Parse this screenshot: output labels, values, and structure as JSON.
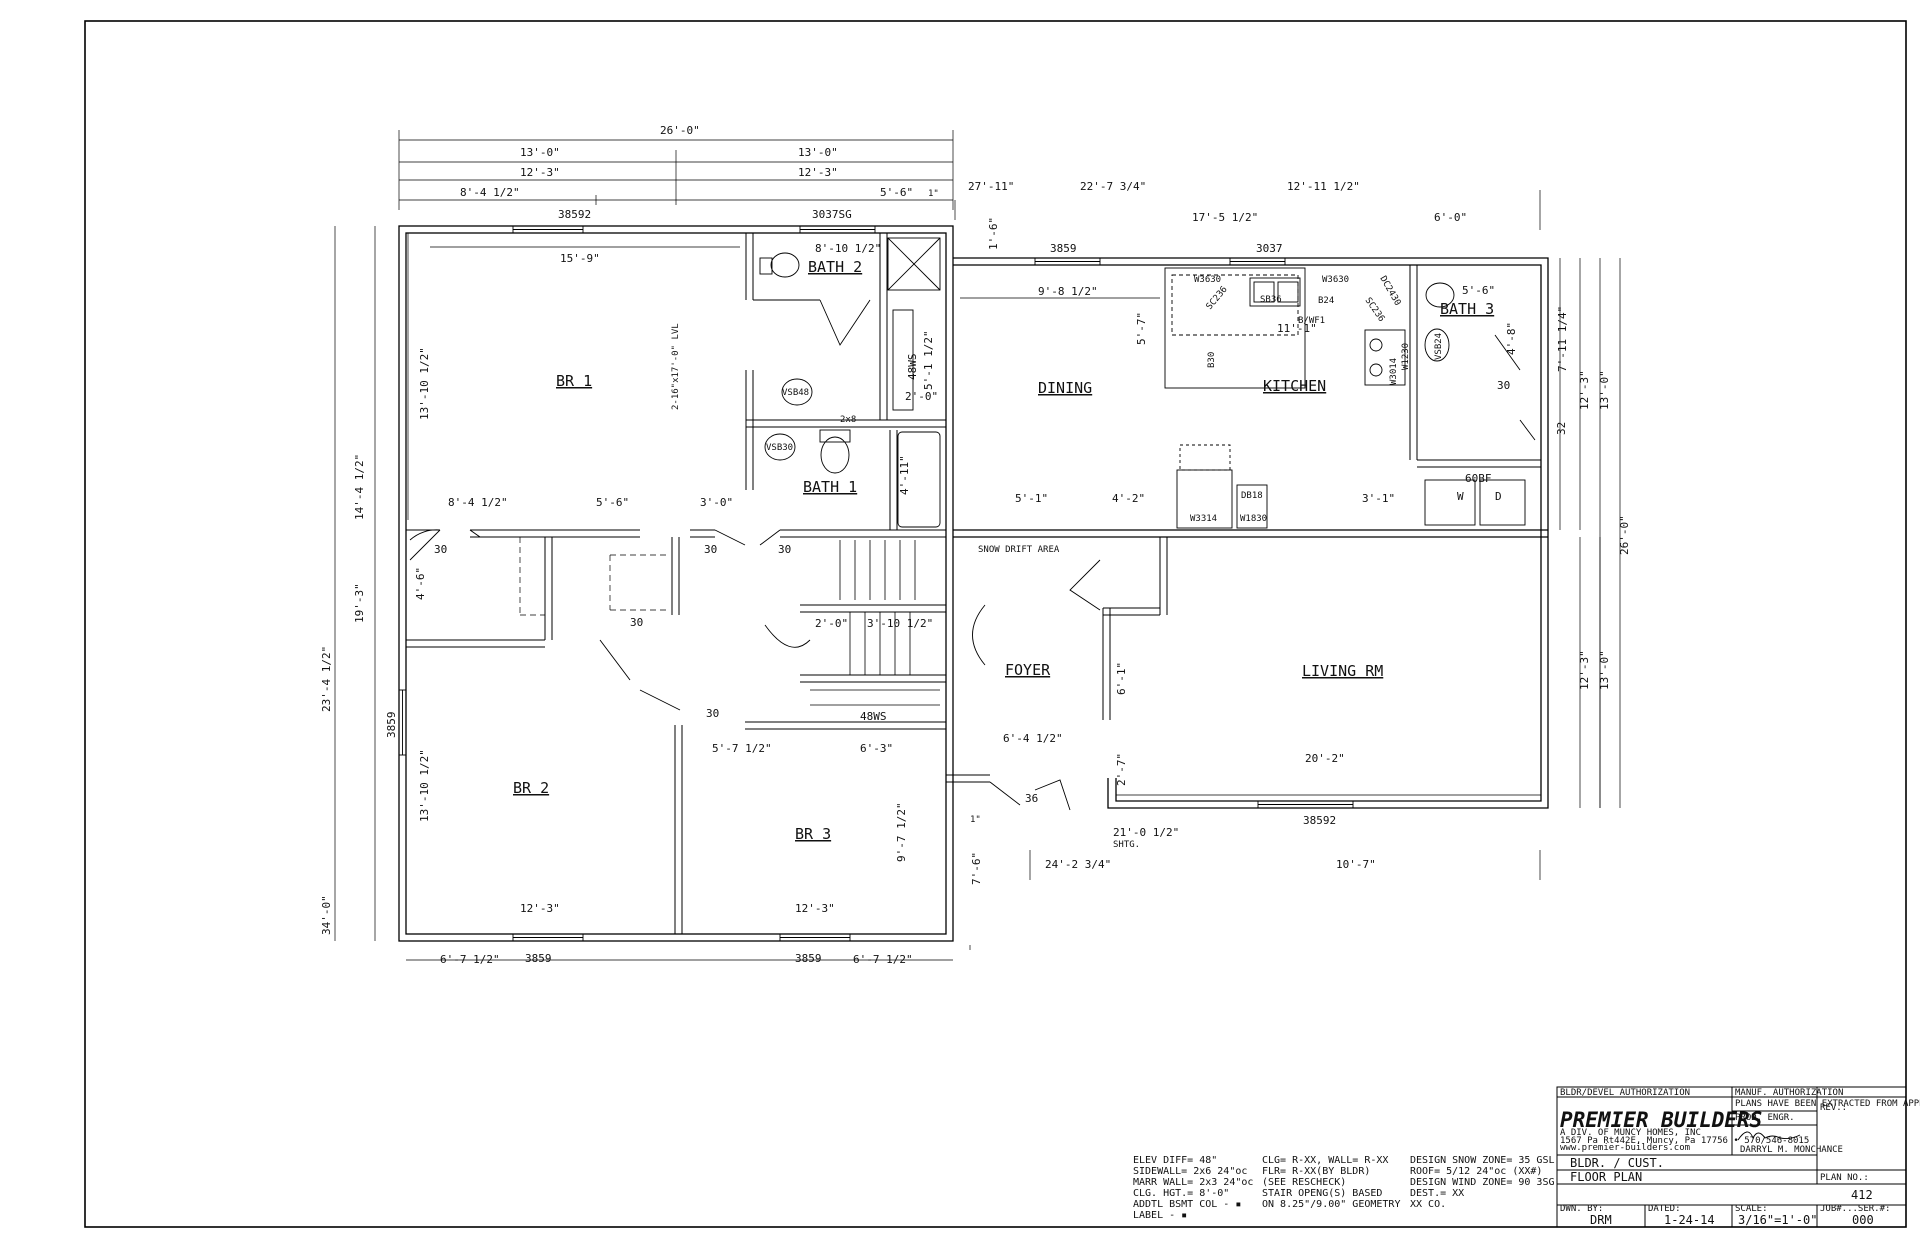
{
  "rooms": {
    "br1": "BR 1",
    "br2": "BR 2",
    "br3": "BR 3",
    "bath1": "BATH 1",
    "bath2": "BATH 2",
    "bath3": "BATH 3",
    "dining": "DINING",
    "kitchen": "KITCHEN",
    "foyer": "FOYER",
    "living": "LIVING RM"
  },
  "dimensions": {
    "overall_top": "26'-0\"",
    "top_13a": "13'-0\"",
    "top_13b": "13'-0\"",
    "top_12_3a": "12'-3\"",
    "top_12_3b": "12'-3\"",
    "top_8_4": "8'-4 1/2\"",
    "top_5_6": "5'-6\"",
    "top_1": "1\"",
    "right_27_11": "27'-11\"",
    "right_22_7": "22'-7 3/4\"",
    "right_12_11": "12'-11 1/2\"",
    "right_17_5": "17'-5 1/2\"",
    "right_6_0": "6'-0\"",
    "right_1_6": "1'-6\"",
    "br1_width": "15'-9\"",
    "br1_depth": "13'-10 1/2\"",
    "bath2_w": "8'-10 1/2\"",
    "dining_w": "9'-8 1/2\"",
    "kitchen_5_7": "5'-7\"",
    "kitchen_11_1": "11'-1\"",
    "bath3_5_6": "5'-6\"",
    "bath3_4_8": "4'-8\"",
    "left_14_4": "14'-4 1/2\"",
    "left_19_3": "19'-3\"",
    "left_23_4": "23'-4 1/2\"",
    "left_34_0": "34'-0\"",
    "hall_4_6": "4'-6\"",
    "hall_8_4": "8'-4 1/2\"",
    "hall_5_6": "5'-6\"",
    "hall_3_0": "3'-0\"",
    "br2_depth": "13'-10 1/2\"",
    "br2_w": "12'-3\"",
    "br3_w": "12'-3\"",
    "br3_depth": "9'-7 1/2\"",
    "bot_6_7a": "6'-7 1/2\"",
    "bot_6_7b": "6'-7 1/2\"",
    "living_w": "20'-2\"",
    "living_12_3": "12'-3\"",
    "living_13_0": "13'-0\"",
    "upper_12_3": "12'-3\"",
    "upper_13_0": "13'-0\"",
    "right_26_0": "26'-0\"",
    "right_7_11": "7'-11 1/4\"",
    "bot_24_2": "24'-2 3/4\"",
    "bot_10_7": "10'-7\"",
    "bot_21_0": "21'-0 1/2\"",
    "shtg": "SHTG.",
    "left_7_6": "7'-6\"",
    "foyer_6_4": "6'-4 1/2\"",
    "foyer_6_1": "6'-1\"",
    "foyer_2_7": "2'-7\"",
    "hall_5_7": "5'-7 1/2\"",
    "hall_6_3": "6'-3\"",
    "stair_2_0": "2'-0\"",
    "stair_3_10": "3'-10 1/2\"",
    "dining_5_1": "5'-1\"",
    "kit_4_2": "4'-2\"",
    "kit_3_1": "3'-1\"",
    "one_in": "1\"",
    "bath2_5_1": "5'-1 1/2\"",
    "bath2_2_0": "2'-0\"",
    "bath1_4_11": "4'-11\""
  },
  "labels": {
    "w_38592_top": "38592",
    "w_3037sg": "3037SG",
    "w_3859_din": "3859",
    "w_3037": "3037",
    "w_3859_left": "3859",
    "w_3859_br2": "3859",
    "w_3859_br3": "3859",
    "w_38592_liv": "38592",
    "lvl": "2-16\"x17'-0\" LVL",
    "snow_drift": "SNOW DRIFT AREA",
    "w3630a": "W3630",
    "w3630b": "W3630",
    "sb36": "SB36",
    "b24": "B24",
    "b_wf1": "B/WF1",
    "dc2430": "DC2430",
    "sc236a": "SC236",
    "sc236b": "SC236",
    "w1230": "W1230",
    "w3014": "W3014",
    "b30": "B30",
    "db18": "DB18",
    "w3314": "W3314",
    "w1830": "W1830",
    "vsb48": "VSB48",
    "vsb30": "VSB30",
    "vsb24": "VSB24",
    "ws48a": "48WS",
    "ws48b": "48WS",
    "twox8": "2x8",
    "sixobf": "60BF",
    "w": "W",
    "d": "D",
    "d30": "30",
    "d36": "36",
    "d32": "32"
  },
  "notes": {
    "col1": [
      "ELEV DIFF= 48\"",
      "SIDEWALL=  2x6 24\"oc",
      "MARR WALL= 2x3 24\"oc",
      "CLG. HGT.=  8'-0\"",
      "ADDTL BSMT COL - ▪",
      "LABEL - ▪"
    ],
    "col2": [
      "CLG= R-XX, WALL= R-XX",
      " FLR= R-XX(BY BLDR)",
      " (SEE RESCHECK)",
      "STAIR OPENG(S) BASED",
      " ON 8.25\"/9.00\" GEOMETRY"
    ],
    "col3": [
      "DESIGN SNOW ZONE= 35 GSL",
      "ROOF= 5/12 24\"oc (XX#)",
      "DESIGN WIND ZONE= 90 3SG",
      "DEST.= XX",
      "     XX CO."
    ]
  },
  "title_block": {
    "bldr_auth": "BLDR/DEVEL AUTHORIZATION",
    "manuf_auth": "MANUF. AUTHORIZATION",
    "rev": "REV.:",
    "company": "PREMIER BUILDERS",
    "company_sub": "A DIV. OF MUNCY HOMES, INC",
    "address": "1567 Pa Rt442E, Muncy, Pa 17756 • 570/546-8015",
    "web": "www.premier-builders.com",
    "approval": "PLANS HAVE BEEN EXTRACTED FROM APPROVED BUILDING SYSTEM DOCUMENTATION",
    "prod_engr": "PROD. ENGR.",
    "engr_name": "DARRYL M. MONCHANCE",
    "bldr_cust": "BLDR. / CUST.",
    "sheet_title": "FLOOR PLAN",
    "plan_no_label": "PLAN NO.:",
    "plan_no": "412",
    "dwn_by_label": "DWN. BY:",
    "dwn_by": "DRM",
    "dated_label": "DATED:",
    "dated": "1-24-14",
    "scale_label": "SCALE:",
    "scale": "3/16\"=1'-0\"",
    "job_label": "JOB#...SER.#:",
    "job": "000"
  }
}
